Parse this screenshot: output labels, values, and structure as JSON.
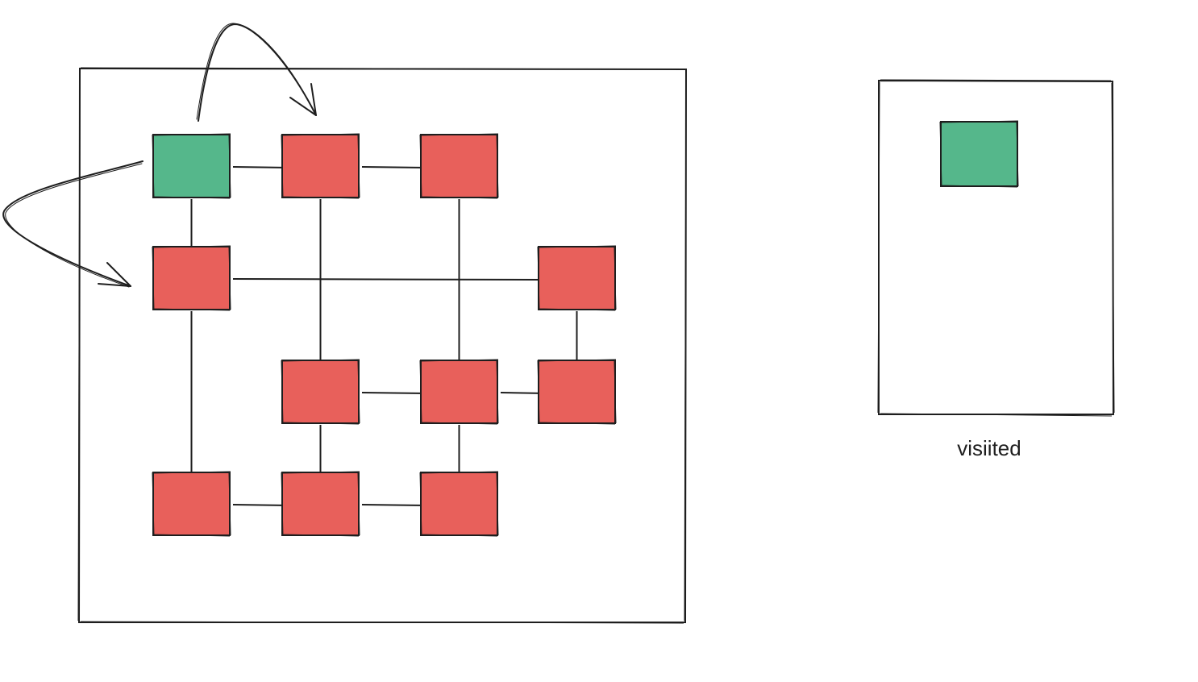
{
  "colors": {
    "visited": "#55b78b",
    "unvisited": "#e8605b",
    "stroke": "#1e1e1e",
    "background": "#ffffff"
  },
  "graph": {
    "nodes": [
      {
        "id": "n1",
        "row": 1,
        "col": 1,
        "state": "visited"
      },
      {
        "id": "n2",
        "row": 1,
        "col": 2,
        "state": "unvisited"
      },
      {
        "id": "n3",
        "row": 1,
        "col": 3,
        "state": "unvisited"
      },
      {
        "id": "n4",
        "row": 2,
        "col": 1,
        "state": "unvisited"
      },
      {
        "id": "n5",
        "row": 2,
        "col": 4,
        "state": "unvisited"
      },
      {
        "id": "n6",
        "row": 3,
        "col": 2,
        "state": "unvisited"
      },
      {
        "id": "n7",
        "row": 3,
        "col": 3,
        "state": "unvisited"
      },
      {
        "id": "n8",
        "row": 3,
        "col": 4,
        "state": "unvisited"
      },
      {
        "id": "n9",
        "row": 4,
        "col": 1,
        "state": "unvisited"
      },
      {
        "id": "n10",
        "row": 4,
        "col": 2,
        "state": "unvisited"
      },
      {
        "id": "n11",
        "row": 4,
        "col": 3,
        "state": "unvisited"
      }
    ],
    "edges": [
      [
        "n1",
        "n2"
      ],
      [
        "n2",
        "n3"
      ],
      [
        "n1",
        "n4"
      ],
      [
        "n4",
        "n5"
      ],
      [
        "n2",
        "n6"
      ],
      [
        "n3",
        "n7"
      ],
      [
        "n5",
        "n8"
      ],
      [
        "n6",
        "n7"
      ],
      [
        "n7",
        "n8"
      ],
      [
        "n4",
        "n9"
      ],
      [
        "n6",
        "n10"
      ],
      [
        "n7",
        "n11"
      ],
      [
        "n9",
        "n10"
      ],
      [
        "n10",
        "n11"
      ]
    ],
    "traversal_arrows": [
      {
        "from": "n1",
        "to": "n2"
      },
      {
        "from": "n1",
        "to": "n4"
      }
    ]
  },
  "visited_panel": {
    "label": "visiited",
    "items": [
      {
        "state": "visited"
      }
    ]
  }
}
